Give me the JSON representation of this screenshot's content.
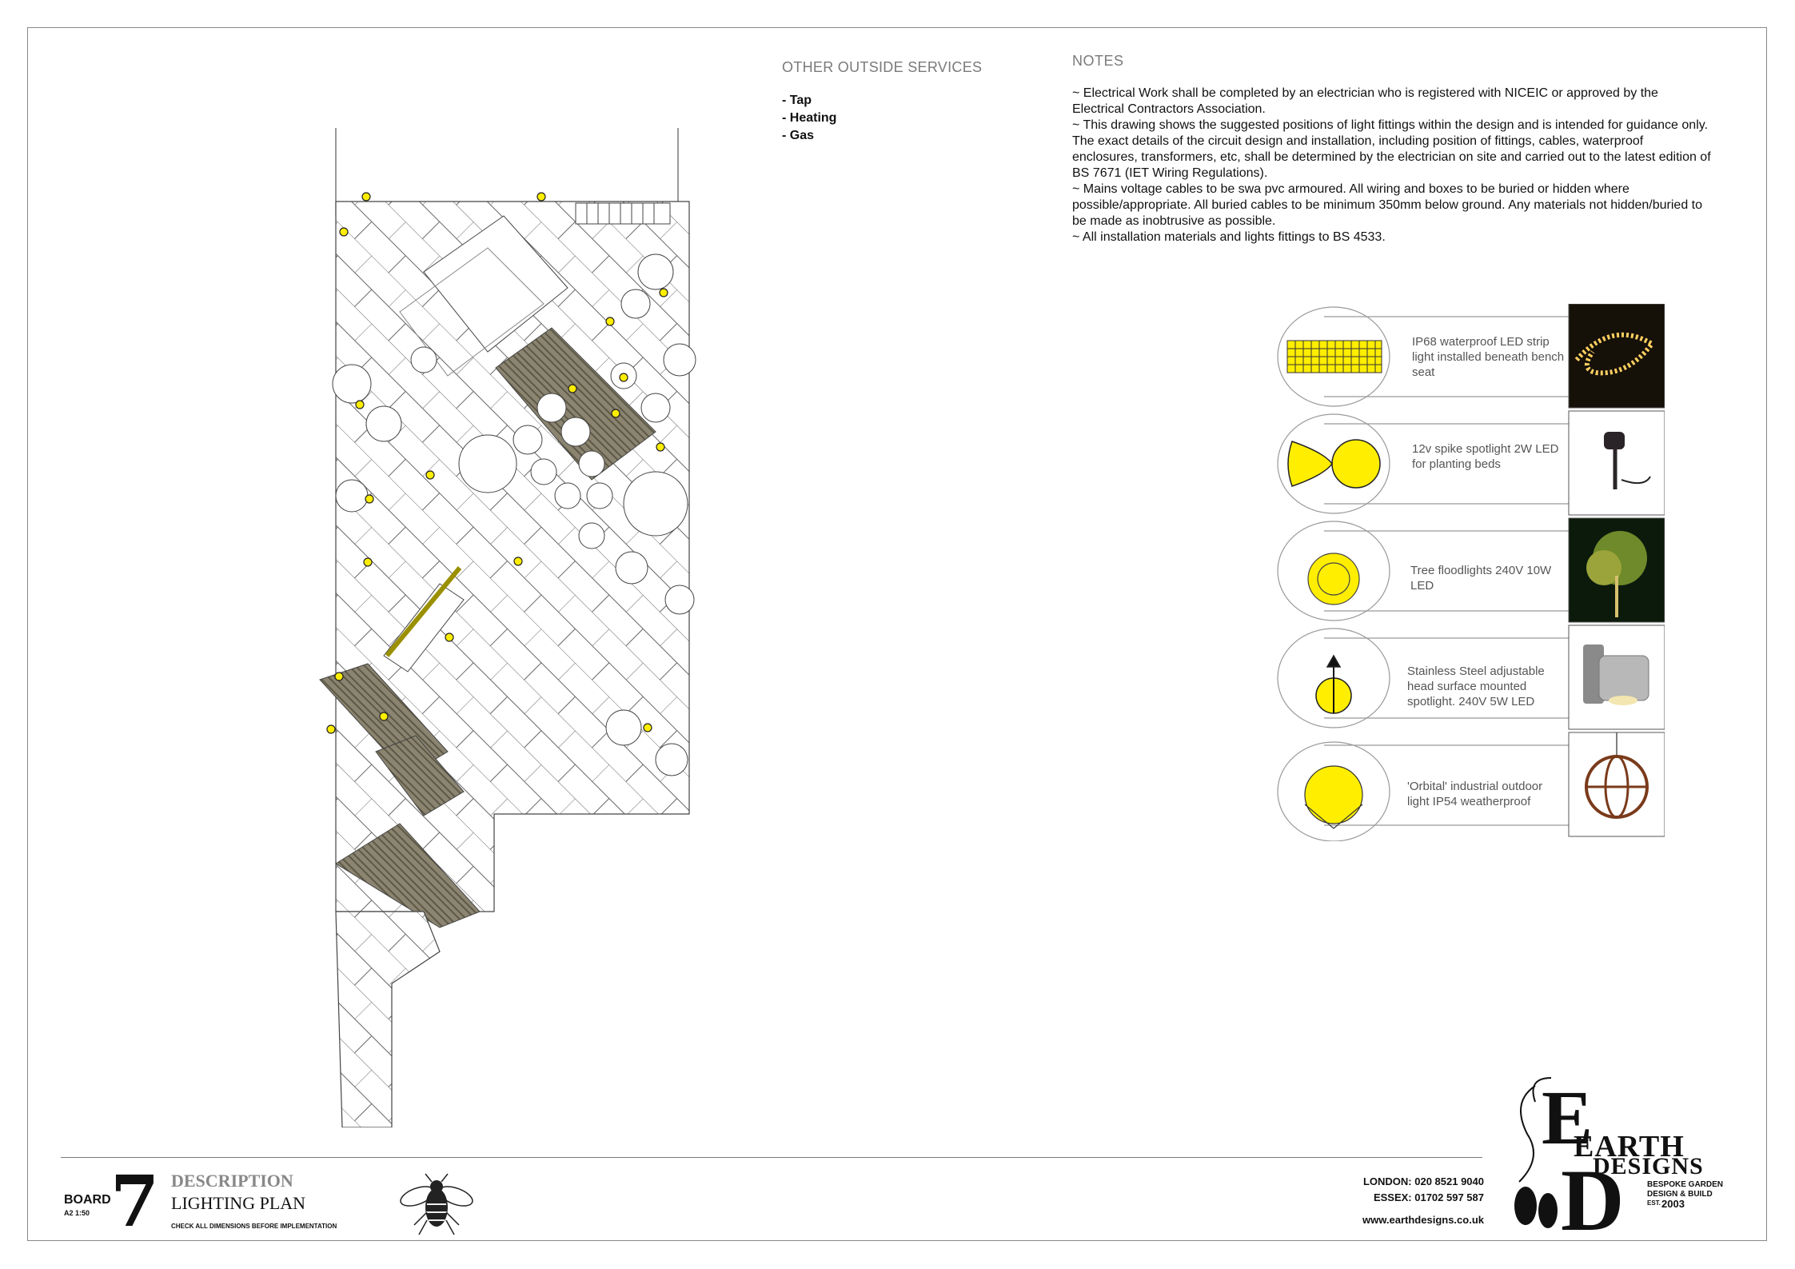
{
  "services": {
    "heading": "OTHER OUTSIDE SERVICES",
    "items": [
      "- Tap",
      "- Heating",
      "- Gas"
    ]
  },
  "notes": {
    "heading": "NOTES",
    "lines": [
      "~ Electrical Work shall be completed by an electrician who is registered with NICEIC or approved by the Electrical Contractors Association.",
      "~ This drawing shows the suggested positions of light fittings within the design and is intended for guidance only. The exact details of the circuit design and installation, including position of fittings, cables, waterproof enclosures, transformers, etc, shall be determined by the electrician on site and carried out to the latest edition of BS 7671 (IET Wiring Regulations).",
      "~ Mains voltage cables to be swa pvc armoured. All wiring and boxes to be buried or hidden where possible/appropriate. All buried cables to be minimum 350mm below ground. Any materials not hidden/buried to be made as inobtrusive as possible.",
      "~ All installation materials and lights fittings to BS 4533."
    ]
  },
  "legend": [
    {
      "icon": "led-strip-symbol",
      "text": "IP68 waterproof LED strip light installed beneath bench seat",
      "photo": "led-strip-photo"
    },
    {
      "icon": "spike-spotlight-symbol",
      "text": "12v spike spotlight 2W LED for planting beds",
      "photo": "spike-spotlight-photo"
    },
    {
      "icon": "tree-floodlight-symbol",
      "text": "Tree floodlights 240V 10W LED",
      "photo": "tree-floodlight-photo"
    },
    {
      "icon": "wall-spotlight-symbol",
      "text": "Stainless Steel adjustable head surface mounted spotlight. 240V 5W LED",
      "photo": "wall-spotlight-photo"
    },
    {
      "icon": "orbital-light-symbol",
      "text": "'Orbital' industrial outdoor light IP54 weatherproof",
      "photo": "orbital-light-photo"
    }
  ],
  "colors": {
    "light": "#ffee00",
    "timber": "#8a8470",
    "line": "#333333"
  },
  "footer": {
    "board_label": "BOARD",
    "scale": "A2 1:50",
    "board_number": "7",
    "description_heading": "DESCRIPTION",
    "description": "LIGHTING PLAN",
    "check_note": "CHECK ALL DIMENSIONS BEFORE IMPLEMENTATION",
    "london": "LONDON: 020 8521 9040",
    "essex": "ESSEX: 01702 597 587",
    "website": "www.earthdesigns.co.uk"
  },
  "logo": {
    "line1": "EARTH",
    "line2": "DESIGNS",
    "sub1": "BESPOKE GARDEN",
    "sub2": "DESIGN & BUILD",
    "est": "EST.",
    "year": "2003"
  }
}
